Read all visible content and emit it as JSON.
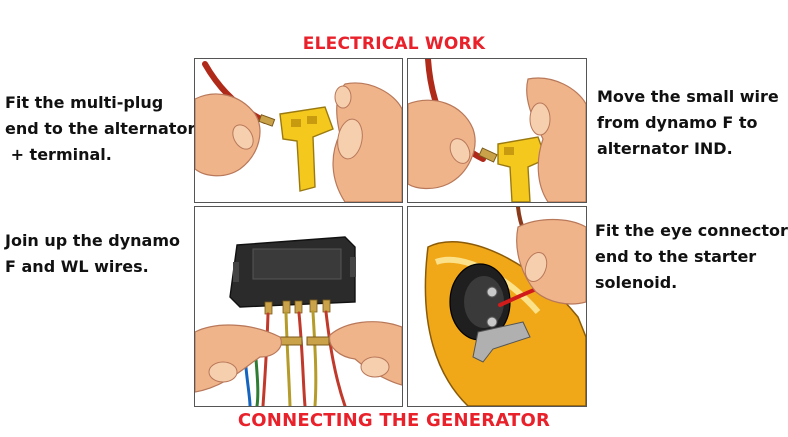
{
  "header": {
    "title": "ELECTRICAL WORK"
  },
  "footer": {
    "title": "CONNECTING THE GENERATOR"
  },
  "colors": {
    "accent": "#e8212b",
    "text": "#111111",
    "panel_border": "#555555"
  },
  "steps": [
    {
      "lines": [
        "Fit the multi-plug",
        "end to the alternator",
        " + terminal."
      ]
    },
    {
      "lines": [
        "Move the small wire",
        "from dynamo F to",
        "alternator IND."
      ]
    },
    {
      "lines": [
        "Join up the dynamo",
        "F and WL wires."
      ]
    },
    {
      "lines": [
        "Fit the eye connector",
        "end to the starter",
        "solenoid."
      ]
    }
  ]
}
